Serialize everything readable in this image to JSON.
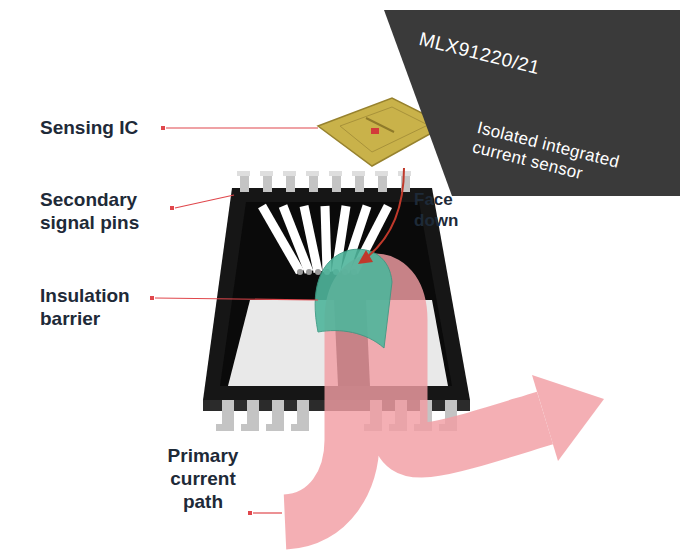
{
  "diagram": {
    "nodes": [
      {
        "text": [
          "MLX91220/21",
          "Isolated integrated current sensor"
        ]
      }
    ],
    "labels": [
      "Sensing IC",
      "Secondary signal pins",
      "Insulation barrier",
      "Primary current path",
      "Face down"
    ]
  }
}
